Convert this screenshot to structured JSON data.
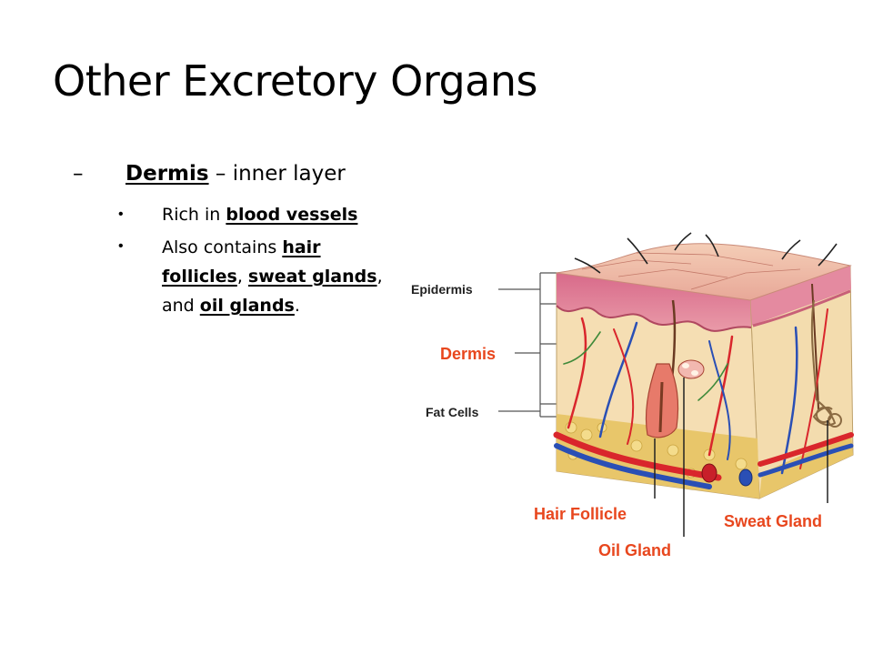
{
  "slide": {
    "title": "Other Excretory Organs",
    "dash": "–",
    "bullet": "•",
    "level1": {
      "term": "Dermis",
      "rest": " – inner layer"
    },
    "level2": [
      {
        "pre": "Rich in ",
        "term": "blood vessels"
      },
      {
        "pre": "Also contains ",
        "t1": "hair follicles",
        "sep1": ", ",
        "t2": "sweat glands",
        "sep2": ", and ",
        "t3": "oil glands",
        "end": "."
      }
    ]
  },
  "diagram": {
    "labels": {
      "epidermis": "Epidermis",
      "dermis": "Dermis",
      "fat": "Fat Cells",
      "hair_follicle": "Hair Follicle",
      "oil_gland": "Oil Gland",
      "sweat_gland": "Sweat Gland"
    },
    "colors": {
      "accent_label": "#e8471e",
      "epidermis_top": "#f2c9b0",
      "dermis": "#f5deb3",
      "blood_red": "#d9262c",
      "vessel_blue": "#2a4fb5",
      "fat": "#e8c66a"
    }
  }
}
